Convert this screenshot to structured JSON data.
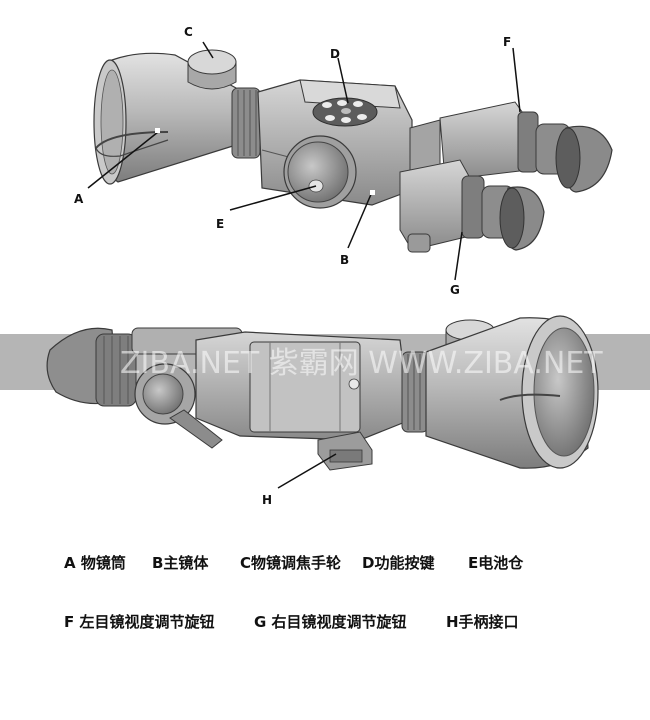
{
  "labels": {
    "A": "A",
    "B": "B",
    "C": "C",
    "D": "D",
    "E": "E",
    "F": "F",
    "G": "G",
    "H": "H"
  },
  "legend": {
    "a": "A 物镜筒",
    "b": "B主镜体",
    "c": "C物镜调焦手轮",
    "d": "D功能按键",
    "e": "E电池仓",
    "f": "F 左目镜视度调节旋钮",
    "g": "G 右目镜视度调节旋钮",
    "h": "H手柄接口"
  },
  "watermark": "ZIBA.NET  紫霸网  WWW.ZIBA.NET",
  "colors": {
    "metal_light": "#d4d4d4",
    "metal_mid": "#a9a9a9",
    "metal_dark": "#6e6e6e",
    "edge": "#3a3a3a",
    "band": "#b5b5b5"
  }
}
